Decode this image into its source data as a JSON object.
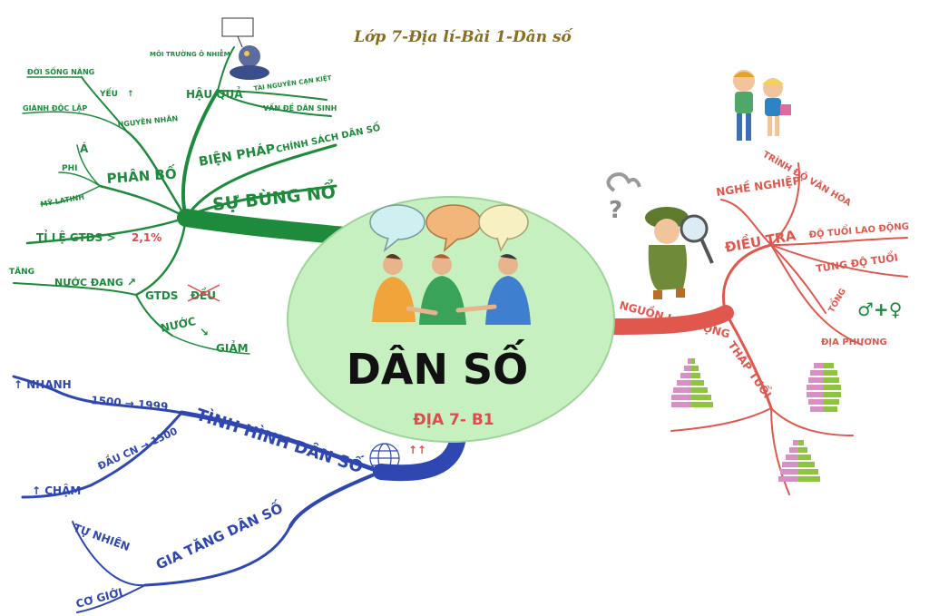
{
  "title": "Lớp 7-Địa lí-Bài 1-Dân số",
  "center": {
    "title": "DÂN SỐ",
    "subtitle": "ĐỊA 7- B1"
  },
  "colors": {
    "green": "#1e8a3c",
    "red": "#e0584d",
    "blue": "#2f47b0",
    "center_fill": "#c6f0c0",
    "title": "#8a6d1e",
    "subtitle": "#e04b4b"
  },
  "green_branch": {
    "main": "SỰ BÙNG NỔ",
    "hau_qua": "HẬU QUẢ",
    "moi_truong": "MÔI TRƯỜNG Ô NHIỄM",
    "tai_nguyen": "TÀI NGUYÊN CẠN KIỆT",
    "van_de": "VẤN ĐỀ DÂN SINH",
    "bien_phap": "BIỆN PHÁP",
    "chinh_sach": "CHÍNH SÁCH DÂN SỐ",
    "nguyen_nhan": "NGUYÊN NHÂN",
    "yeu": "YẾU",
    "doi_song": "ĐỜI SỐNG NÂNG",
    "gianh": "GIÀNH ĐỘC LẬP",
    "phan_bo": "PHÂN BỐ",
    "a": "Á",
    "phi": "PHI",
    "mi_la_tinh": "MỸ LATINH",
    "ti_le": "TỈ LỆ GTDS >",
    "ti_le_value": "2,1%",
    "gtds": "GTDS",
    "deu": "ĐỀU",
    "nuoc_dang": "NƯỚC ĐANG",
    "tang": "TĂNG",
    "nuoc": "NƯỚC",
    "giam": "GIẢM"
  },
  "red_branch": {
    "main": "NGUỒN LAO ĐỘNG",
    "dieu_tra": "ĐIỀU TRA",
    "trinh_do": "TRÌNH ĐỘ VĂN HÓA",
    "nghe_nghiep": "NGHỀ NGHIỆP",
    "do_tuoi_ld": "ĐỘ TUỔI LAO ĐỘNG",
    "tung_do_tuoi": "TỪNG ĐỘ TUỔI",
    "tong": "TỔNG",
    "gender": "♂+♀",
    "dia_phuong": "ĐỊA PHƯƠNG",
    "thap_tuoi": "THÁP TUỔI"
  },
  "blue_branch": {
    "main": "TÌNH HÌNH DÂN SỐ",
    "nhanh": "↑ NHANH",
    "range": "1500 → 1999",
    "cham": "↑ CHẬM",
    "dau_cn": "ĐẦU CN → 1500",
    "tu_nhien": "TỰ NHIÊN",
    "gia_tang": "GIA TĂNG DÂN SỐ",
    "co_gioi": "CƠ GIỚI",
    "arrows": "↑↑"
  }
}
